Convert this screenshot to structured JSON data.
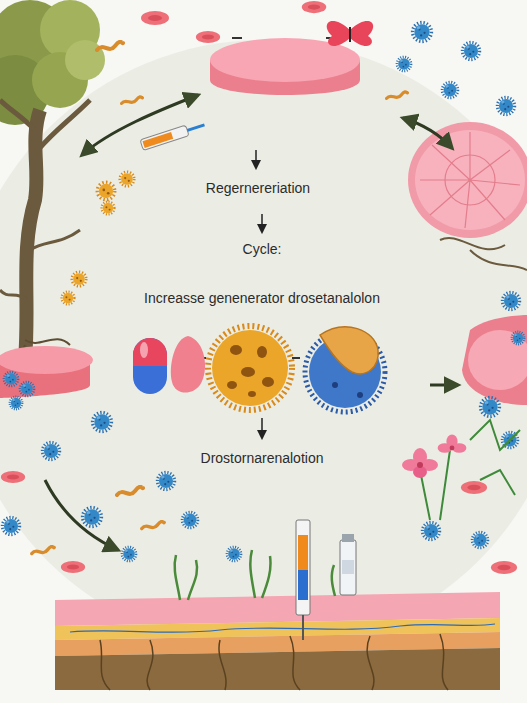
{
  "diagram": {
    "labels": [
      "Regernereriation",
      "Cycle:",
      "Increasse genenerator drosetanalolon",
      "Drostornarenalotion"
    ]
  }
}
